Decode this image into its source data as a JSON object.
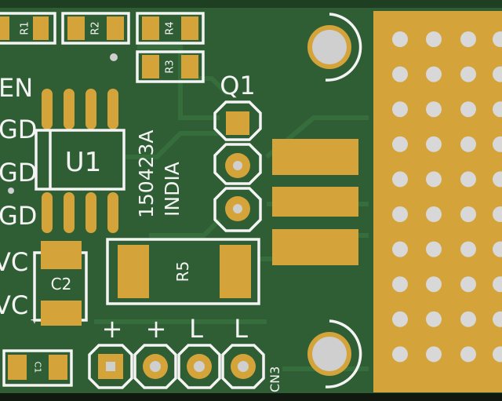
{
  "board": {
    "colors": {
      "solder_mask": "#2f5e34",
      "trace": "#3a7a42",
      "copper_pad": "#d4a33a",
      "silkscreen": "#f4f4f4",
      "hole": "#cfcfcf",
      "board_edge": "#000000"
    }
  },
  "labels": {
    "r1": "R1",
    "r2": "R2",
    "r3": "R3",
    "r4": "R4",
    "r5": "R5",
    "c1": "C1",
    "c2": "C2",
    "u1": "U1",
    "q1": "Q1",
    "cn3": "CN3",
    "en": "EN",
    "gnd_1": "GD",
    "gnd_2": "GD",
    "gnd_3": "GD",
    "vc_1": "VC",
    "vc_2": "VC",
    "plus_1": "+",
    "plus_2": "+",
    "l_1": "L",
    "l_2": "L",
    "date_code": "150423A",
    "country": "INDIA",
    "c2_polarity": "+"
  }
}
